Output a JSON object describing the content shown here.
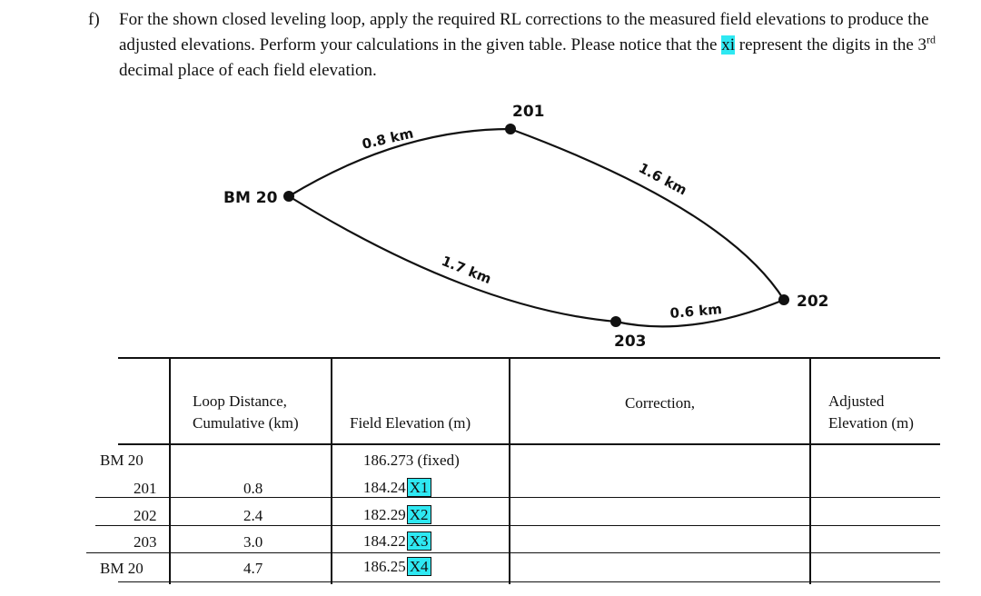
{
  "question": {
    "label": "f)",
    "text_before": "For the shown closed leveling loop, apply the required RL corrections to the measured field elevations to produce the adjusted elevations.  Perform your calculations in the given table.  Please notice that the ",
    "highlight": "xi",
    "text_middle": " represent the digits in the 3",
    "superscript": "rd",
    "text_after": " decimal place of each field elevation."
  },
  "diagram": {
    "nodes": {
      "bm20": "BM 20",
      "n201": "201",
      "n202": "202",
      "n203": "203"
    },
    "distances": {
      "bm20_201": "0.8 km",
      "201_202": "1.6 km",
      "202_203": "0.6 km",
      "203_bm20": "1.7 km"
    }
  },
  "table": {
    "headers": {
      "distance_line1": "Loop Distance,",
      "distance_line2": "Cumulative (km)",
      "field": "Field Elevation (m)",
      "correction": "Correction,",
      "adjusted_line1": "Adjusted",
      "adjusted_line2": "Elevation (m)"
    },
    "rows": [
      {
        "station": "BM 20",
        "distance": "",
        "field_prefix": "186.273 (fixed)",
        "field_box": ""
      },
      {
        "station": "201",
        "distance": "0.8",
        "field_prefix": "184.24",
        "field_box": "X1"
      },
      {
        "station": "202",
        "distance": "2.4",
        "field_prefix": "182.29",
        "field_box": "X2"
      },
      {
        "station": "203",
        "distance": "3.0",
        "field_prefix": "184.22",
        "field_box": "X3"
      },
      {
        "station": "BM 20",
        "distance": "4.7",
        "field_prefix": "186.25",
        "field_box": "X4"
      }
    ]
  }
}
